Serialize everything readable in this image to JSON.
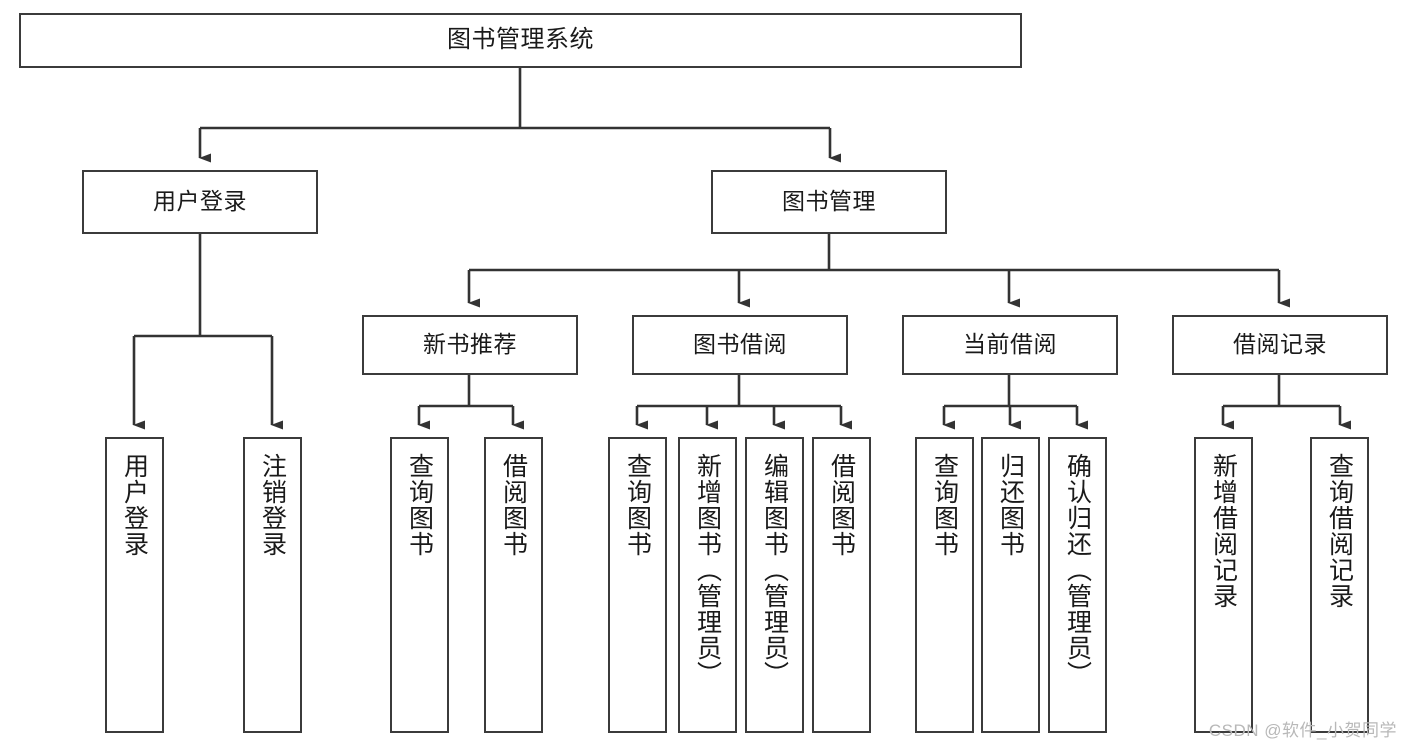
{
  "diagram": {
    "title": "图书管理系统",
    "type": "tree",
    "colors": {
      "box_border": "#3b3b3b",
      "box_fill": "#ffffff",
      "edge": "#333333",
      "text": "#1a1a1a",
      "watermark": "#b8b8b8"
    },
    "nodes": {
      "root": {
        "label": "图书管理系统"
      },
      "level2": [
        {
          "id": "user-login",
          "label": "用户登录"
        },
        {
          "id": "book-management",
          "label": "图书管理"
        }
      ],
      "level3": [
        {
          "id": "new-book-recommend",
          "label": "新书推荐"
        },
        {
          "id": "book-borrow",
          "label": "图书借阅"
        },
        {
          "id": "current-borrow",
          "label": "当前借阅"
        },
        {
          "id": "borrow-record",
          "label": "借阅记录"
        }
      ],
      "leaves": {
        "user_login": [
          {
            "id": "leaf-user-login",
            "label": "用户登录"
          },
          {
            "id": "leaf-logout-login",
            "label": "注销登录"
          }
        ],
        "new_book_recommend": [
          {
            "id": "leaf-query-book-1",
            "label": "查询图书"
          },
          {
            "id": "leaf-borrow-book-1",
            "label": "借阅图书"
          }
        ],
        "book_borrow": [
          {
            "id": "leaf-query-book-2",
            "label": "查询图书"
          },
          {
            "id": "leaf-add-book-admin",
            "label": "新增图书（管理员）"
          },
          {
            "id": "leaf-edit-book-admin",
            "label": "编辑图书（管理员）"
          },
          {
            "id": "leaf-borrow-book-2",
            "label": "借阅图书"
          }
        ],
        "current_borrow": [
          {
            "id": "leaf-query-book-3",
            "label": "查询图书"
          },
          {
            "id": "leaf-return-book",
            "label": "归还图书"
          },
          {
            "id": "leaf-confirm-return-admin",
            "label": "确认归还（管理员）"
          }
        ],
        "borrow_record": [
          {
            "id": "leaf-add-borrow-record",
            "label": "新增借阅记录"
          },
          {
            "id": "leaf-query-borrow-record",
            "label": "查询借阅记录"
          }
        ]
      }
    },
    "watermark": "CSDN @软件_小贺同学"
  }
}
